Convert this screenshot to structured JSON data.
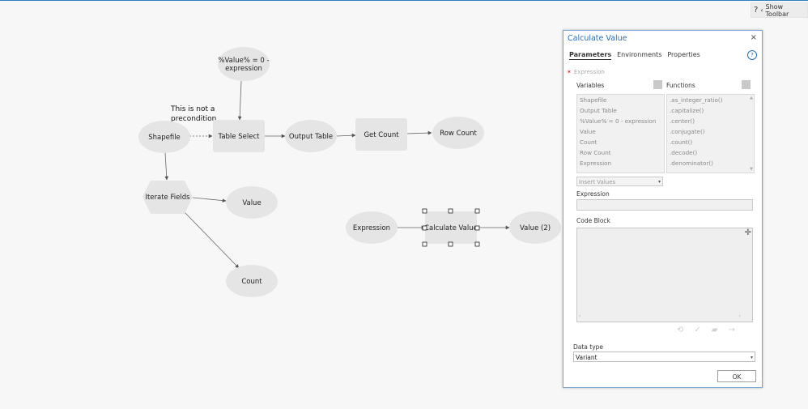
{
  "canvas": {
    "note": [
      "This is not a",
      "precondition"
    ],
    "nodes": {
      "shapefile": "Shapefile",
      "table_select": "Table Select",
      "value_expr": [
        "%Value% = 0 -",
        "expression"
      ],
      "output_table": "Output Table",
      "get_count": "Get Count",
      "row_count": "Row Count",
      "iterate_fields": "Iterate Fields",
      "value": "Value",
      "count": "Count",
      "expression": "Expression",
      "calculate_value": "Calculate Value",
      "value2": "Value (2)"
    }
  },
  "toolbar": {
    "help": "?",
    "show_toolbar": "Show Toolbar"
  },
  "dialog": {
    "title": "Calculate Value",
    "close": "×",
    "tabs": [
      "Parameters",
      "Environments",
      "Properties"
    ],
    "help_icon": "?",
    "expression_required": "Expression",
    "variables_label": "Variables",
    "functions_label": "Functions",
    "variables": [
      "Shapefile",
      "Output Table",
      "%Value% = 0 - expression",
      "Value",
      "Count",
      "Row Count",
      "Expression"
    ],
    "functions": [
      ".as_integer_ratio()",
      ".capitalize()",
      ".center()",
      ".conjugate()",
      ".count()",
      ".decode()",
      ".denominator()"
    ],
    "insert_values": "Insert Values",
    "expression_label": "Expression",
    "expression_value": "",
    "code_block_label": "Code Block",
    "code_block_value": "",
    "data_type_label": "Data type",
    "data_type_value": "Variant",
    "ok": "OK"
  }
}
